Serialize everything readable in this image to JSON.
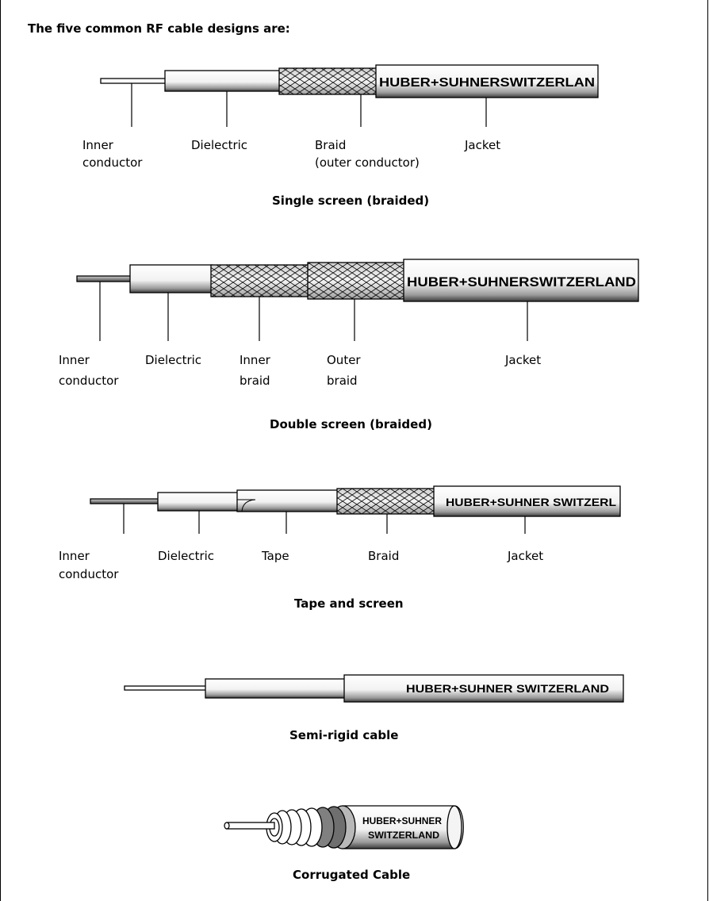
{
  "heading": "The five common RF cable designs are:",
  "cables": [
    {
      "caption": "Single screen (braided)",
      "jacket_print": "HUBER+SUHNERSWITZERLAN",
      "labels": [
        {
          "lines": [
            "Inner",
            "conductor"
          ]
        },
        {
          "lines": [
            "Dielectric"
          ]
        },
        {
          "lines": [
            "Braid",
            "(outer conductor)"
          ]
        },
        {
          "lines": [
            "Jacket"
          ]
        }
      ]
    },
    {
      "caption": "Double screen (braided)",
      "jacket_print": "HUBER+SUHNERSWITZERLAND",
      "labels": [
        {
          "lines": [
            "Inner",
            "conductor"
          ]
        },
        {
          "lines": [
            "Dielectric"
          ]
        },
        {
          "lines": [
            "Inner",
            "braid"
          ]
        },
        {
          "lines": [
            "Outer",
            "braid"
          ]
        },
        {
          "lines": [
            "Jacket"
          ]
        }
      ]
    },
    {
      "caption": "Tape and screen",
      "jacket_print": "HUBER+SUHNER SWITZERL",
      "labels": [
        {
          "lines": [
            "Inner",
            "conductor"
          ]
        },
        {
          "lines": [
            "Dielectric"
          ]
        },
        {
          "lines": [
            "Tape"
          ]
        },
        {
          "lines": [
            "Braid"
          ]
        },
        {
          "lines": [
            "Jacket"
          ]
        }
      ]
    },
    {
      "caption": "Semi-rigid cable",
      "jacket_print": "HUBER+SUHNER SWITZERLAND"
    },
    {
      "caption": "Corrugated Cable",
      "jacket_print_lines": [
        "HUBER+SUHNER",
        "SWITZERLAND"
      ]
    }
  ]
}
